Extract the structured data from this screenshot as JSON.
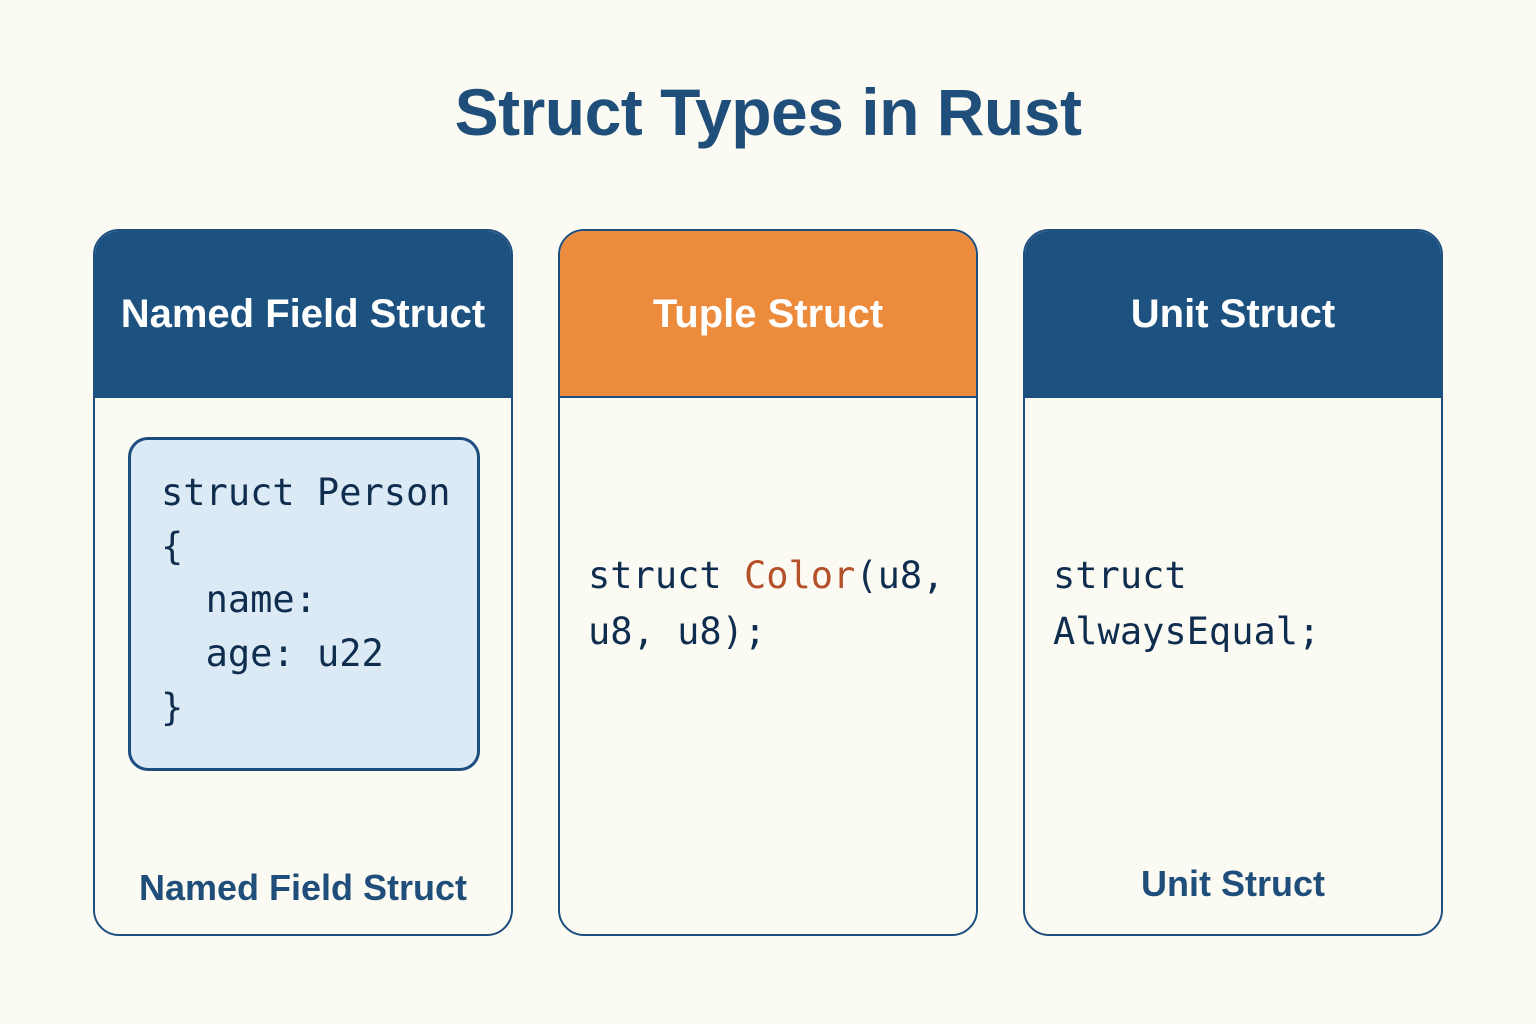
{
  "title": "Struct Types in Rust",
  "theme": {
    "background": "#FCFBF3",
    "navy": "#1C5180",
    "navy_border": "#1C4E80",
    "navy_text": "#1E4E79",
    "orange": "#ED8B3C",
    "code_box_fill": "#DCEAF5",
    "code_text": "#0F2D4E",
    "accent_rust": "#B4512A"
  },
  "cards": [
    {
      "header": "Named Field Struct",
      "header_style": "navy",
      "code": "struct Person {\n  name:\n  age: u22\n}",
      "code_prefix": "struct Person {\n  name:\n  age: u22\n}",
      "code_accent": "",
      "code_suffix": "",
      "caption": "Named Field Struct",
      "boxed_code": true
    },
    {
      "header": "Tuple Struct",
      "header_style": "orange",
      "code": "struct Color(u8, u8, u8);",
      "code_prefix": "struct ",
      "code_accent": "Color",
      "code_suffix": "(u8, u8, u8);",
      "caption": "",
      "boxed_code": false
    },
    {
      "header": "Unit Struct",
      "header_style": "navy",
      "code": "struct AlwaysEqual;",
      "code_prefix": "struct AlwaysEqual;",
      "code_accent": "",
      "code_suffix": "",
      "caption": "Unit Struct",
      "boxed_code": false
    }
  ]
}
